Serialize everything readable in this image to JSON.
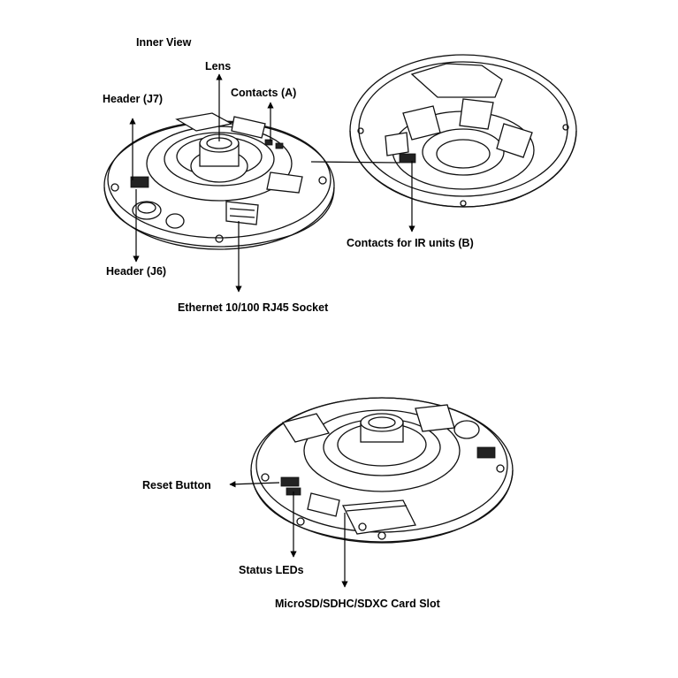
{
  "title": "Inner View",
  "labels": {
    "lens": "Lens",
    "contacts_a": "Contacts (A)",
    "header_j7": "Header (J7)",
    "header_j6": "Header (J6)",
    "contacts_ir": "Contacts for IR units (B)",
    "ethernet": "Ethernet 10/100 RJ45 Socket",
    "reset": "Reset Button",
    "status_leds": "Status LEDs",
    "card_slot": "MicroSD/SDHC/SDXC Card Slot"
  },
  "icons": {
    "arrow": "arrow-head-icon"
  }
}
